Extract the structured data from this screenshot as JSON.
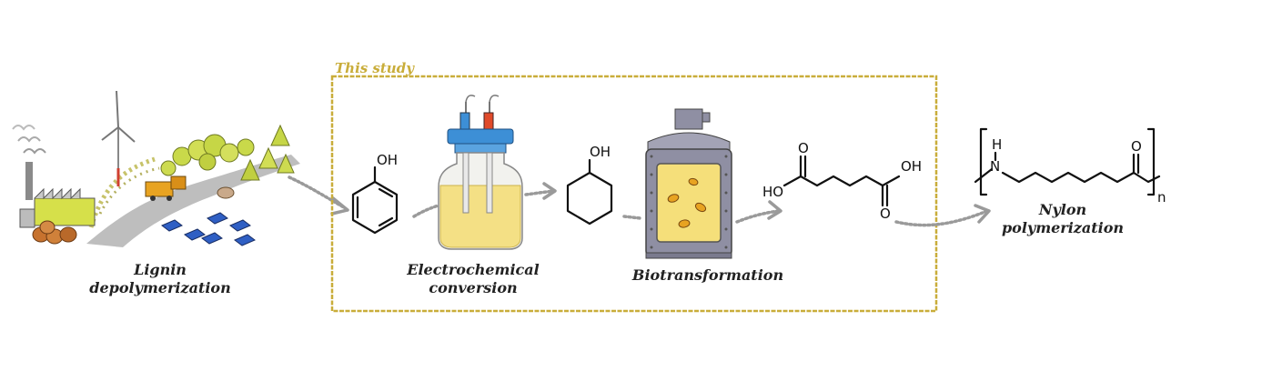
{
  "study_label": "This study",
  "steps": {
    "lignin": {
      "line1": "Lignin",
      "line2": "depolymerization"
    },
    "electro": {
      "line1": "Electrochemical",
      "line2": "conversion"
    },
    "bio": {
      "line1": "Biotransformation"
    },
    "nylon": {
      "line1": "Nylon",
      "line2": "polymerization"
    }
  },
  "molecules": {
    "phenol_oh": "OH",
    "cyclohexanol_oh": "OH",
    "adipic_o1": "O",
    "adipic_ho": "HO",
    "adipic_oh": "OH",
    "adipic_o2": "O",
    "nylon_h": "H",
    "nylon_n": "N",
    "nylon_o": "O",
    "nylon_n_sub": "n"
  },
  "colors": {
    "study_box": "#c9ad3a",
    "electrolyte": "#f5df7a",
    "cap": "#3d8fd6",
    "tank": "#8f8fa3",
    "solar": "#2f5fc4",
    "trees": "#c9d94a",
    "truck": "#e8a321"
  }
}
